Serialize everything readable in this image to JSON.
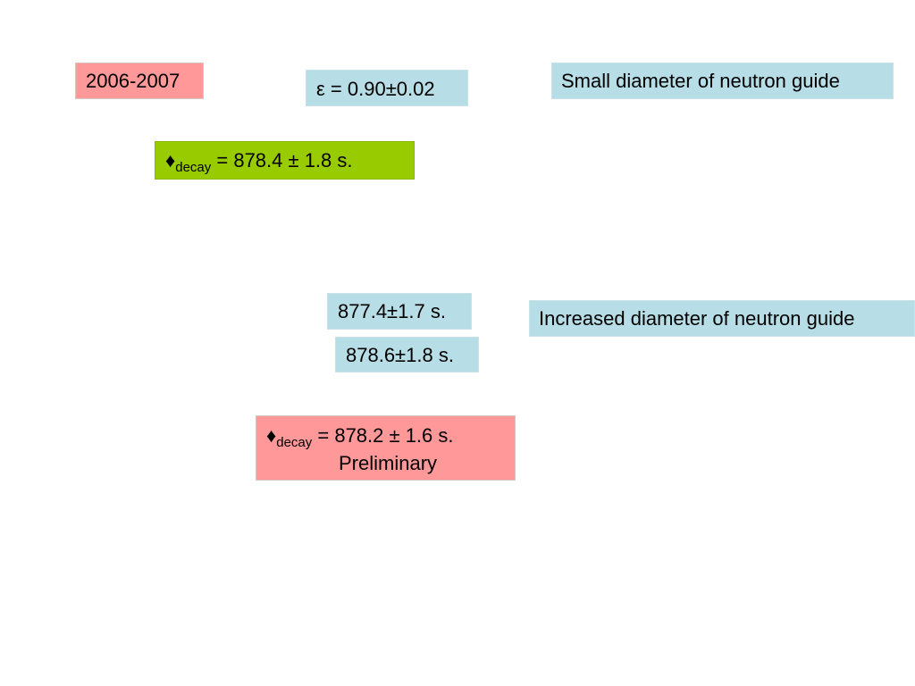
{
  "year_label": "2006-2007",
  "epsilon_label": "ε = 0.90±0.02",
  "small_guide_label": "Small diameter of neutron guide",
  "result_small": {
    "symbol": "♦",
    "subscript": "decay",
    "value": " = 878.4 ± 1.8 s."
  },
  "measure_1": "877.4±1.7 s.",
  "measure_2": "878.6±1.8 s.",
  "increased_guide_label": "Increased diameter of neutron guide",
  "result_increased": {
    "symbol": "♦",
    "subscript": "decay",
    "value": " = 878.2 ± 1.6 s.",
    "note": "Preliminary"
  }
}
